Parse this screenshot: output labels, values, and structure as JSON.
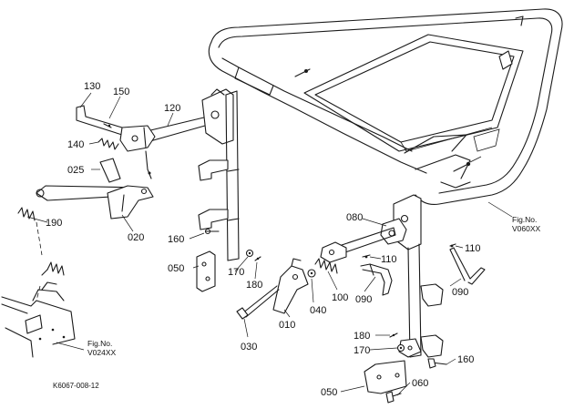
{
  "diagram_code": "K6067-008-12",
  "figure_refs": [
    {
      "prefix": "Fig.No.",
      "code": "V060XX"
    },
    {
      "prefix": "Fig.No.",
      "code": "V024XX"
    }
  ],
  "callouts": [
    {
      "id": "c130",
      "label": "130"
    },
    {
      "id": "c150",
      "label": "150"
    },
    {
      "id": "c120",
      "label": "120"
    },
    {
      "id": "c140",
      "label": "140"
    },
    {
      "id": "c025",
      "label": "025"
    },
    {
      "id": "c190",
      "label": "190"
    },
    {
      "id": "c020",
      "label": "020"
    },
    {
      "id": "c160a",
      "label": "160"
    },
    {
      "id": "c050a",
      "label": "050"
    },
    {
      "id": "c170a",
      "label": "170"
    },
    {
      "id": "c180a",
      "label": "180"
    },
    {
      "id": "c080",
      "label": "080"
    },
    {
      "id": "c110a",
      "label": "110"
    },
    {
      "id": "c110b",
      "label": "110"
    },
    {
      "id": "c090a",
      "label": "090"
    },
    {
      "id": "c090b",
      "label": "090"
    },
    {
      "id": "c100",
      "label": "100"
    },
    {
      "id": "c040",
      "label": "040"
    },
    {
      "id": "c010",
      "label": "010"
    },
    {
      "id": "c030",
      "label": "030"
    },
    {
      "id": "c180b",
      "label": "180"
    },
    {
      "id": "c170b",
      "label": "170"
    },
    {
      "id": "c160b",
      "label": "160"
    },
    {
      "id": "c050b",
      "label": "050"
    },
    {
      "id": "c060",
      "label": "060"
    }
  ]
}
